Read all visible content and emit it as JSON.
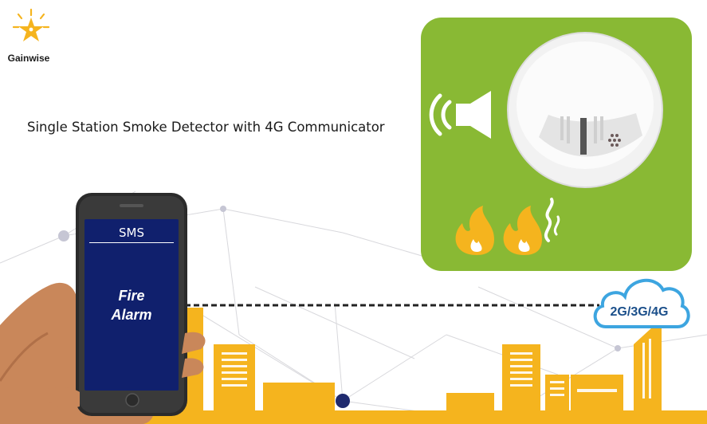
{
  "brand": {
    "name": "Gainwise"
  },
  "headline": "Single Station Smoke Detector with 4G Communicator",
  "phone": {
    "screen_title": "SMS",
    "message_line1": "Fire",
    "message_line2": "Alarm"
  },
  "network": {
    "label": "2G/3G/4G"
  },
  "colors": {
    "panel_green": "#89b934",
    "phone_screen_navy": "#10206d",
    "city_orange": "#f5b41e",
    "cloud_blue": "#3da5e0",
    "logo_star_gold": "#f5b41e"
  },
  "icons": [
    "gainwise-star-logo",
    "speaker-alarm-icon",
    "fire-icon",
    "fire-smoke-icon",
    "cloud-icon"
  ]
}
